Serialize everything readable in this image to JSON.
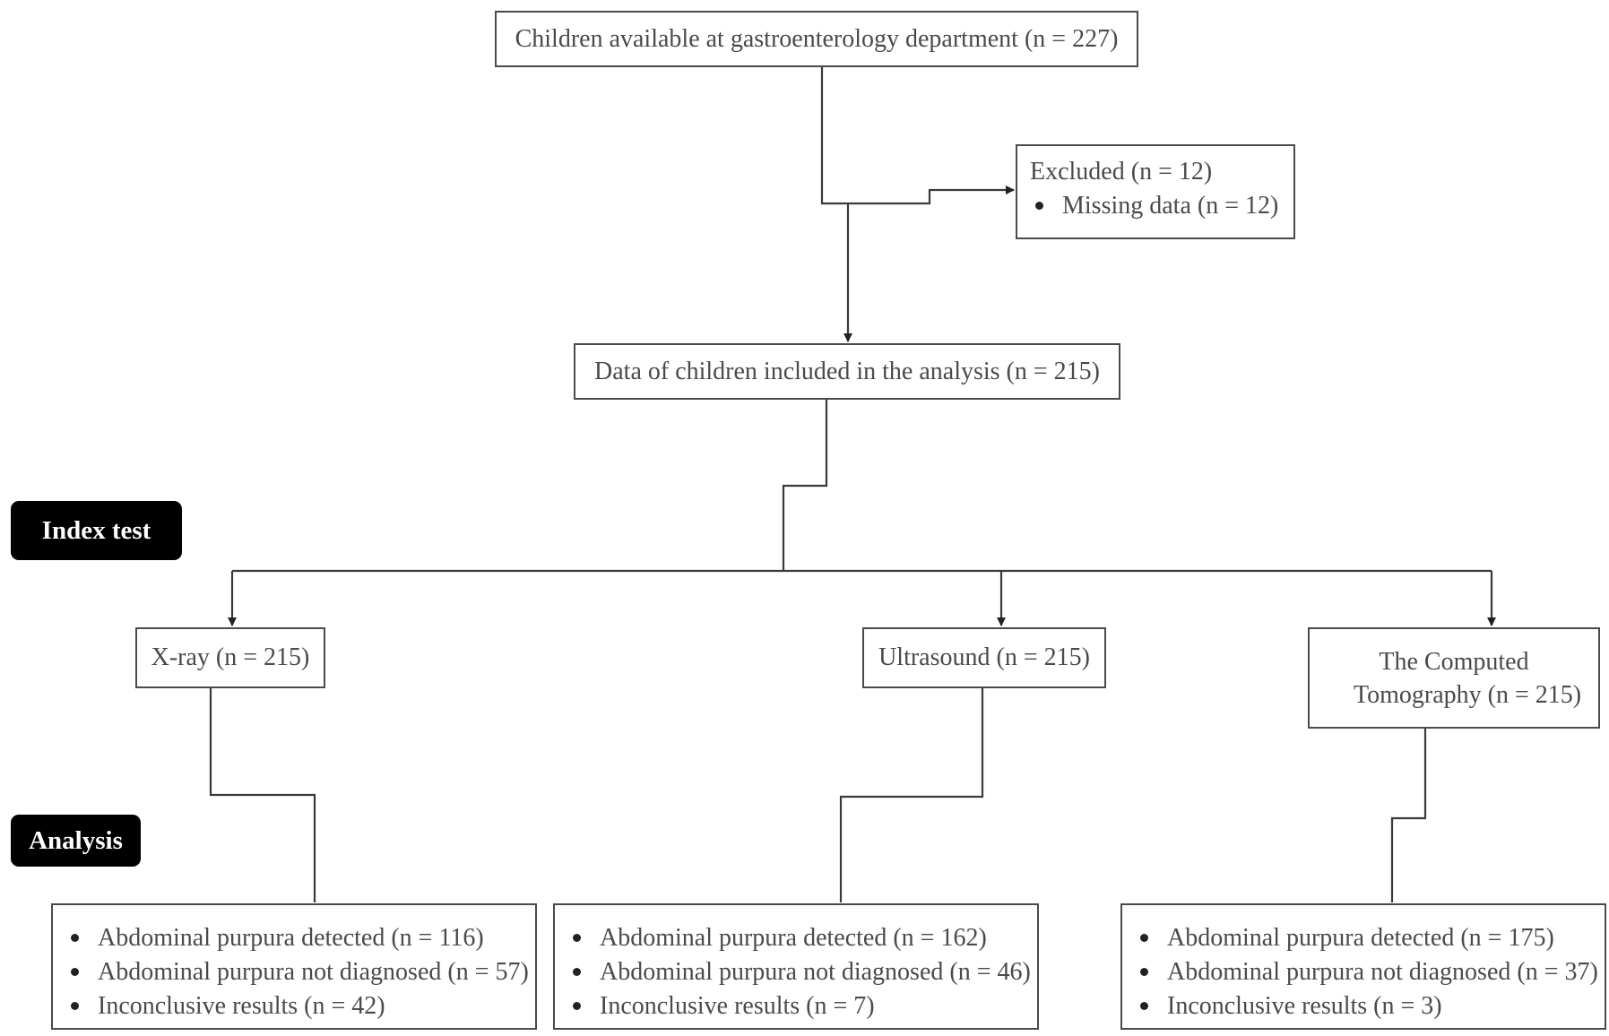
{
  "flow": {
    "start": "Children available at gastroenterology department (n = 227)",
    "excluded": {
      "title": "Excluded (n = 12)",
      "items": [
        "Missing data (n = 12)"
      ]
    },
    "included": "Data of children included in the analysis (n = 215)"
  },
  "labels": {
    "index_test": "Index test",
    "analysis": "Analysis"
  },
  "tests": [
    {
      "name": "X-ray (n = 215)",
      "results": [
        "Abdominal purpura detected (n = 116)",
        "Abdominal purpura not diagnosed (n = 57)",
        "Inconclusive results (n = 42)"
      ]
    },
    {
      "name": "Ultrasound (n = 215)",
      "results": [
        "Abdominal purpura detected (n = 162)",
        "Abdominal purpura not diagnosed (n = 46)",
        "Inconclusive results (n = 7)"
      ]
    },
    {
      "name_line1": "The Computed",
      "name_line2": "Tomography (n = 215)",
      "results": [
        "Abdominal purpura detected (n = 175)",
        "Abdominal purpura not diagnosed (n = 37)",
        "Inconclusive results (n = 3)"
      ]
    }
  ],
  "colors": {
    "line": "#4a4a4a",
    "tag_background": "#000000",
    "tag_text": "#ffffff"
  }
}
